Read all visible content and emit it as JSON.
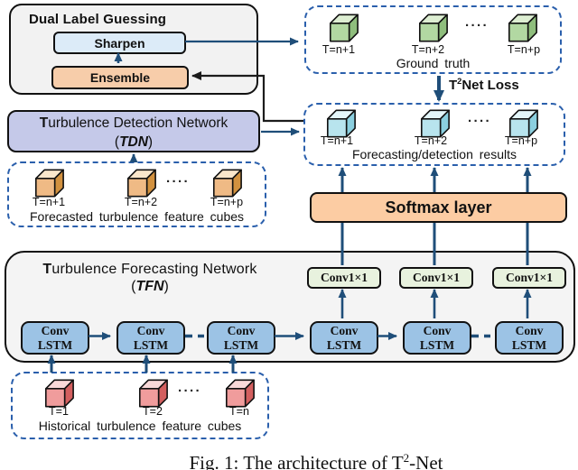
{
  "colors": {
    "arrow-blue": "#1f4e79",
    "dash-blue": "#2a5fac",
    "line-black": "#1c1c1c",
    "dlg-fill": "#f2f2f2",
    "sharpen-fill": "#dcebf8",
    "ensemble-fill": "#f7cdaa",
    "tdn-fill": "#c5c9e9",
    "softmax-fill": "#fccca3",
    "tfn-fill": "#f4f4f4",
    "convlstm-fill": "#9cc3e5",
    "conv1x1-fill": "#e8f2de"
  },
  "cube_colors": {
    "green": {
      "top": "#ddeed2",
      "side": "#8fbe7d",
      "front": "#b2d8a2"
    },
    "cyan": {
      "top": "#e4f6fa",
      "side": "#8bcfdf",
      "front": "#b8e4ee"
    },
    "tan": {
      "top": "#f9e6cb",
      "side": "#d2913f",
      "front": "#efba85"
    },
    "pink": {
      "top": "#f8d8d8",
      "side": "#d35f5f",
      "front": "#f09c9c"
    }
  },
  "dual_label_guessing": {
    "title": "Dual Label Guessing",
    "sharpen_label": "Sharpen",
    "ensemble_label": "Ensemble"
  },
  "ground_truth": {
    "cube_labels": [
      "T=n+1",
      "T=n+2",
      "T=n+p"
    ],
    "dots": "····",
    "caption": "Ground truth"
  },
  "loss_label": {
    "prefix": "T",
    "sup": "2",
    "rest": "Net Loss"
  },
  "results": {
    "cube_labels": [
      "T=n+1",
      "T=n+2",
      "T=n+p"
    ],
    "dots": "····",
    "caption": "Forecasting/detection results"
  },
  "tdn": {
    "title_initial": "T",
    "title_rest": "urbulence Detection Network",
    "paren_open": "(",
    "abbr": "TDN",
    "paren_close": ")"
  },
  "forecasted": {
    "cube_labels": [
      "T=n+1",
      "T=n+2",
      "T=n+p"
    ],
    "dots": "····",
    "caption": "Forecasted turbulence feature cubes"
  },
  "softmax": {
    "label": "Softmax layer"
  },
  "tfn": {
    "title_initial": "T",
    "title_rest": "urbulence Forecasting Network",
    "paren_open": "(",
    "abbr": "TFN",
    "paren_close": ")",
    "conv_lstm_line1": "Conv",
    "conv_lstm_line2": "LSTM",
    "conv1x1_label": "Conv1×1"
  },
  "historical": {
    "cube_labels": [
      "T=1",
      "T=2",
      "T=n"
    ],
    "dots": "····",
    "caption": "Historical turbulence feature cubes"
  },
  "figure_caption": {
    "prefix": "Fig. 1: The architecture of T",
    "sup": "2",
    "suffix": "-Net"
  }
}
